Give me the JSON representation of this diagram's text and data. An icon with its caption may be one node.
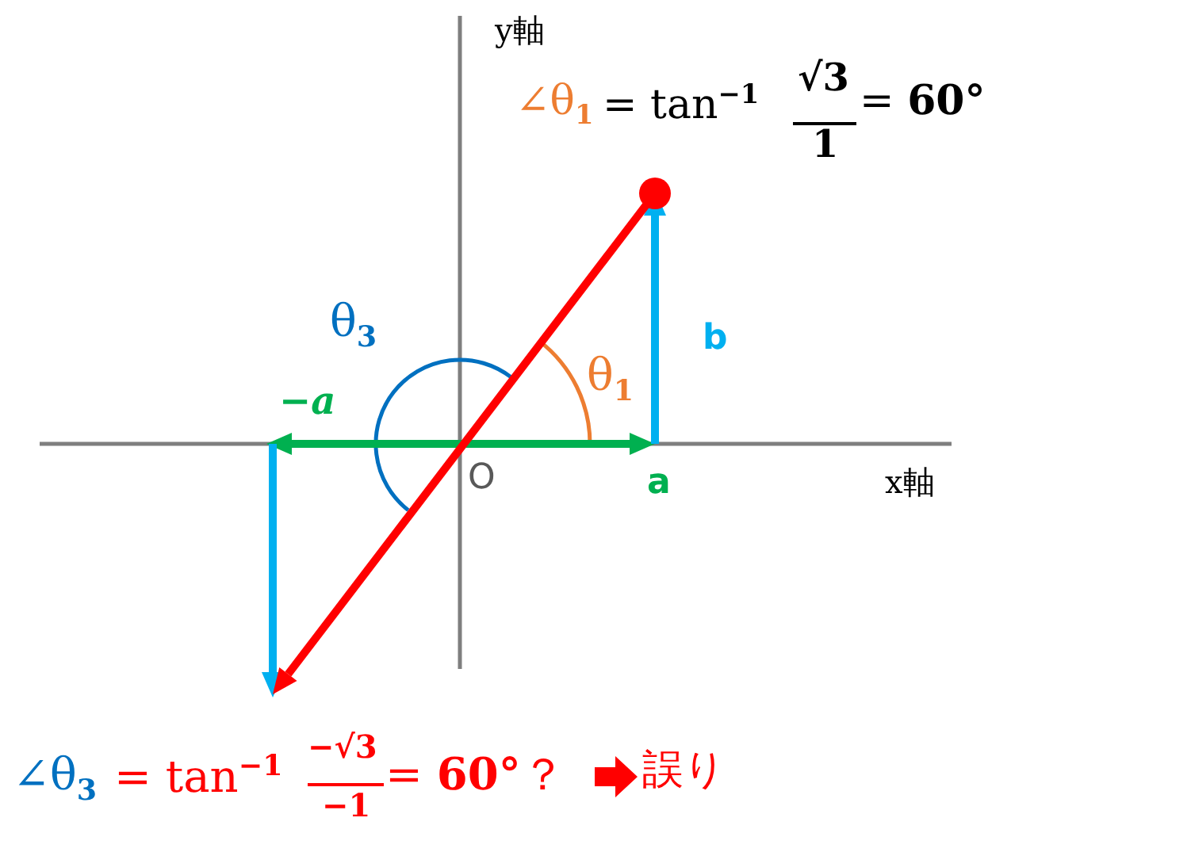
{
  "diagram": {
    "labels": [
      "y軸",
      "∠θ$_{1}$",
      "= tan$^{−1}$",
      "√3",
      "1",
      "= **60°**",
      "θ$_{3}$",
      "θ$_{1}$",
      "b",
      "−a",
      "O",
      "a",
      "x軸",
      "∠θ$_{3}$",
      "= tan$^{−1}$",
      "−√3",
      "−1",
      "= **60°**？",
      "誤り"
    ]
  }
}
